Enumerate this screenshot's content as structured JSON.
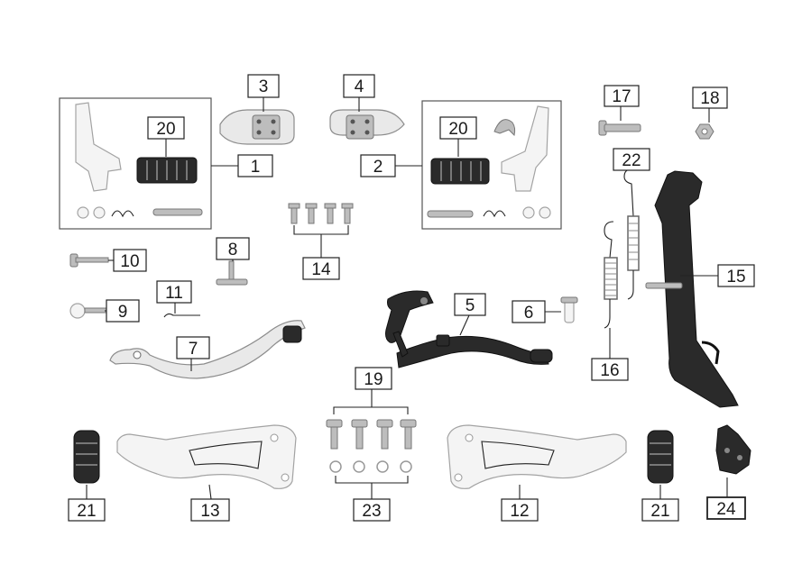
{
  "callouts": {
    "c1": "1",
    "c2": "2",
    "c3": "3",
    "c4": "4",
    "c5": "5",
    "c6": "6",
    "c7": "7",
    "c8": "8",
    "c9": "9",
    "c10": "10",
    "c11": "11",
    "c12": "12",
    "c13": "13",
    "c14": "14",
    "c15": "15",
    "c16": "16",
    "c17": "17",
    "c18": "18",
    "c19": "19",
    "c20a": "20",
    "c20b": "20",
    "c21a": "21",
    "c21b": "21",
    "c22": "22",
    "c23": "23",
    "c24": "24"
  }
}
